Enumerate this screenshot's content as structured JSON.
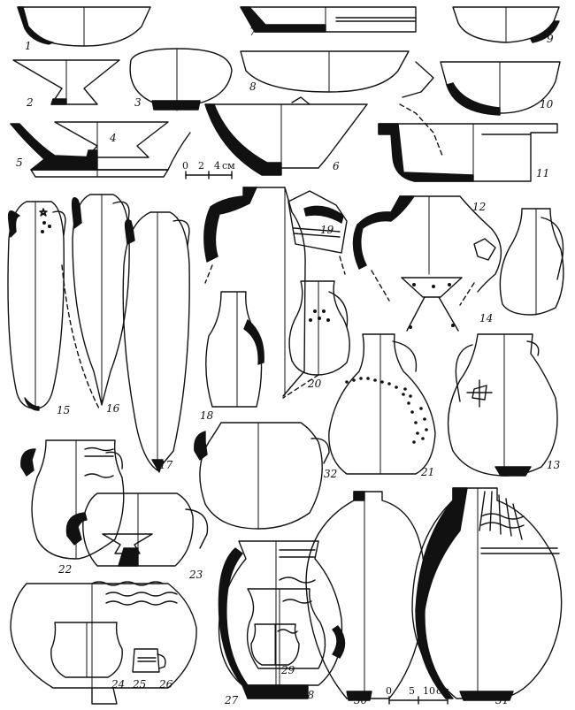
{
  "figure": {
    "labels": [
      "1",
      "2",
      "3",
      "4",
      "5",
      "6",
      "7",
      "8",
      "9",
      "10",
      "11",
      "12",
      "13",
      "14",
      "15",
      "16",
      "17",
      "18",
      "19",
      "20",
      "21",
      "22",
      "23",
      "24",
      "25",
      "26",
      "27",
      "28",
      "29",
      "30",
      "31",
      "32"
    ],
    "scale_small": {
      "ticks": [
        "0",
        "2",
        "4"
      ],
      "unit": "см"
    },
    "scale_large": {
      "ticks": [
        "0",
        "5",
        "10"
      ],
      "unit": "см"
    }
  }
}
